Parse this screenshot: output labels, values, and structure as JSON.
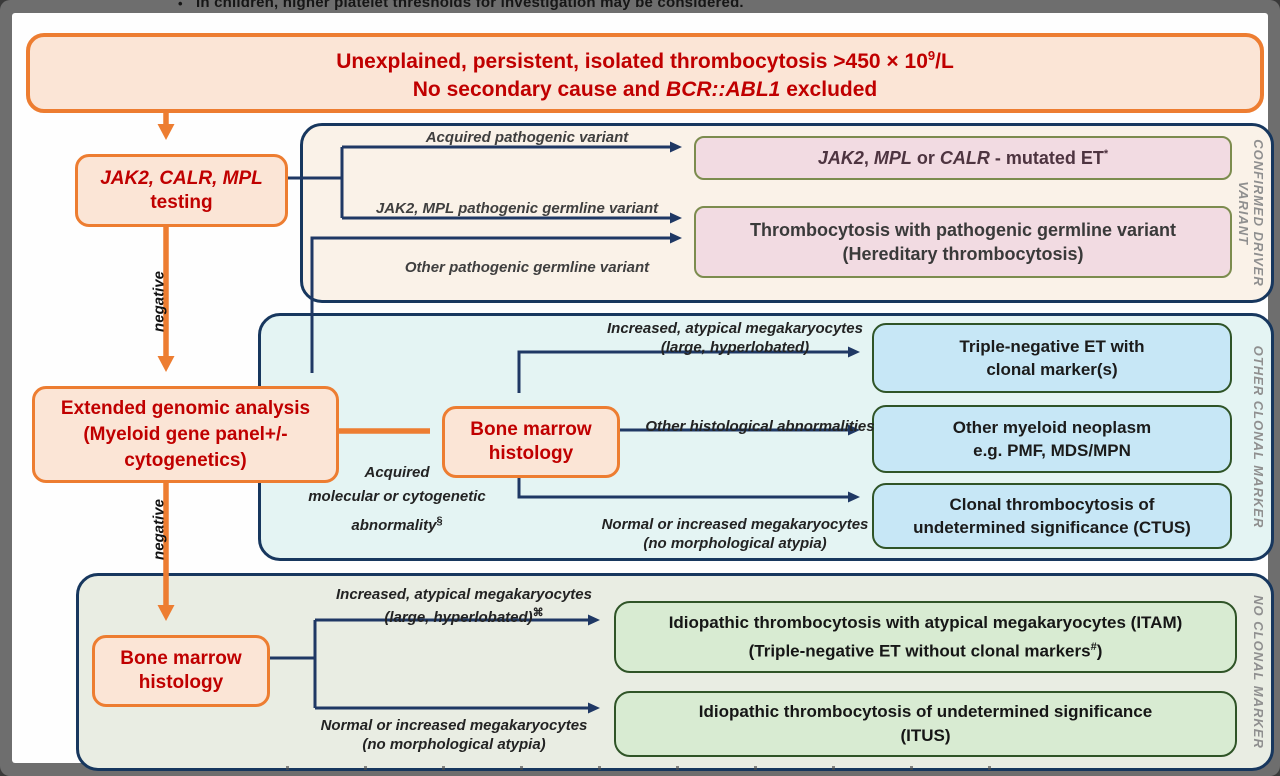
{
  "top_note": {
    "bullet": "•",
    "text": "In children, higher platelet thresholds for investigation may be considered."
  },
  "title": {
    "l1a": "Unexplained, persistent, isolated thrombocytosis >450 × 10",
    "l1sup": "9",
    "l1b": "/L",
    "l2a": "No secondary cause and ",
    "l2it": "BCR::ABL1",
    "l2b": " excluded"
  },
  "nodes": {
    "jak2_testing": {
      "line1": "JAK2, CALR, MPL",
      "line2": "testing"
    },
    "extended_genomic": {
      "line1": "Extended genomic analysis",
      "line2": "(Myeloid gene panel+/-",
      "line3": "cytogenetics)"
    },
    "bone_marrow_mid": {
      "line1": "Bone marrow",
      "line2": "histology"
    },
    "bone_marrow_bottom": {
      "line1": "Bone marrow",
      "line2": "histology"
    }
  },
  "edge_labels": {
    "negative1": "negative",
    "negative2": "negative",
    "acquired_variant": "Acquired pathogenic variant",
    "jak2_mpl_germline": "JAK2, MPL pathogenic germline variant",
    "other_germline": "Other pathogenic germline variant",
    "acq_mol_l1": "Acquired",
    "acq_mol_l2": "molecular or cytogenetic",
    "acq_mol_l3": "abnormality",
    "acq_mol_sup": "§",
    "inc_atyp_l1": "Increased, atypical megakaryocytes",
    "inc_atyp_l2": "(large, hyperlobated)",
    "other_hist": "Other histological abnormalities",
    "norm_inc_l1": "Normal or increased megakaryocytes",
    "norm_inc_l2": "(no morphological atypia)",
    "inc_atyp_b_l1": "Increased, atypical megakaryocytes",
    "inc_atyp_b_l2": "(large, hyperlobated)",
    "inc_atyp_b_sup": "⌘",
    "norm_inc_b_l1": "Normal or increased megakaryocytes",
    "norm_inc_b_l2": "(no morphological atypia)"
  },
  "outcomes": {
    "et_mutated": {
      "g1": "JAK2",
      "s1": ", ",
      "g2": "MPL",
      "s2": " or ",
      "g3": "CALR",
      "s3": " - mutated ET",
      "sup": "*"
    },
    "hereditary": {
      "line1": "Thrombocytosis with pathogenic germline variant",
      "line2": "(Hereditary thrombocytosis)"
    },
    "triple_negative_et": {
      "line1": "Triple-negative ET with",
      "line2": "clonal marker(s)"
    },
    "other_myeloid": {
      "line1": "Other myeloid neoplasm",
      "line2": "e.g. PMF, MDS/MPN"
    },
    "ctus": {
      "line1": "Clonal thrombocytosis of",
      "line2": "undetermined significance (CTUS)"
    },
    "itam": {
      "line1": "Idiopathic thrombocytosis with atypical megakaryocytes (ITAM)",
      "line2a": "(Triple-negative ET without clonal markers",
      "line2sup": "#",
      "line2b": ")"
    },
    "itus": {
      "line1": "Idiopathic thrombocytosis of undetermined significance",
      "line2": "(ITUS)"
    }
  },
  "side_labels": {
    "panel1_line1": "CONFIRMED DRIVER",
    "panel1_line2": "VARIANT",
    "panel2": "OTHER CLONAL MARKER",
    "panel3": "NO CLONAL MARKER"
  },
  "colors": {
    "orange": "#ED7D31",
    "red_text": "#C00000",
    "navy": "#1F3864",
    "panel_border": "#17375E",
    "olive_border": "#7C8C4E",
    "green_border": "#2F5427",
    "pink_fill": "#F2DBE2",
    "blue_fill": "#C7E7F6",
    "green_fill": "#D8EBD2",
    "peach_fill": "#FBE5D6",
    "frame_gray": "#6E6E6E"
  }
}
